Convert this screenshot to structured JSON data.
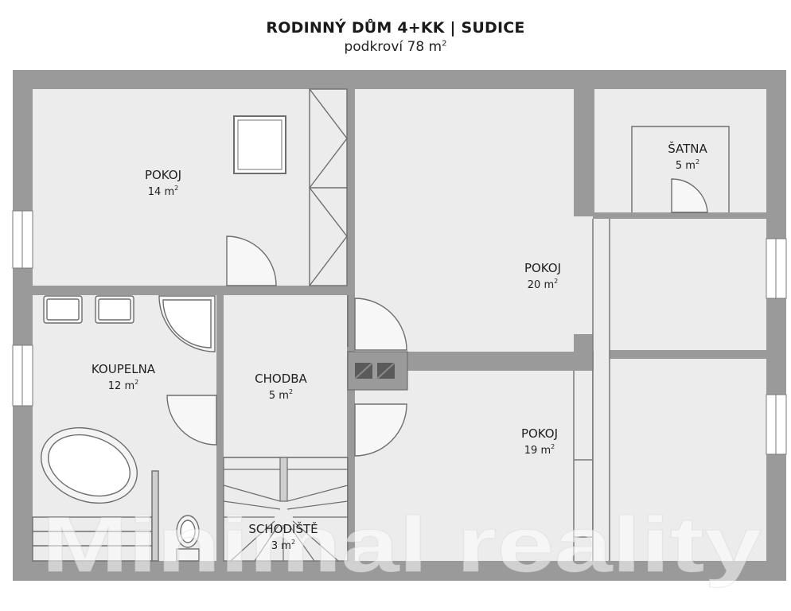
{
  "header": {
    "title": "RODINNÝ DŮM 4+KK | SUDICE",
    "subtitle_text": "podkroví 78 m",
    "subtitle_sup": "2"
  },
  "rooms": [
    {
      "id": "pokoj-14",
      "name": "POKOJ",
      "area": "14 m",
      "sup": "2"
    },
    {
      "id": "koupelna",
      "name": "KOUPELNA",
      "area": "12 m",
      "sup": "2"
    },
    {
      "id": "chodba",
      "name": "CHODBA",
      "area": "5 m",
      "sup": "2"
    },
    {
      "id": "schodiste",
      "name": "SCHODIŠTĚ",
      "area": "3 m",
      "sup": "2"
    },
    {
      "id": "pokoj-20",
      "name": "POKOJ",
      "area": "20 m",
      "sup": "2"
    },
    {
      "id": "satna",
      "name": "ŠATNA",
      "area": "5 m",
      "sup": "2"
    },
    {
      "id": "pokoj-19",
      "name": "POKOJ",
      "area": "19 m",
      "sup": "2"
    }
  ],
  "watermark": "Minimal reality",
  "colors": {
    "wall": "#9a9a9a",
    "floor": "#ececec",
    "line": "#6e6e6e"
  }
}
